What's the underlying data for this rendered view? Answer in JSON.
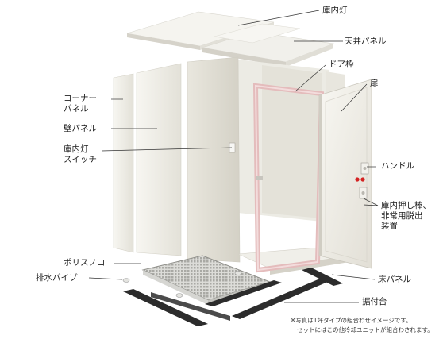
{
  "labels": {
    "ceiling_light": "庫内灯",
    "ceiling_panel": "天井パネル",
    "door_frame": "ドア枠",
    "door": "扉",
    "corner_panel_1": "コーナー",
    "corner_panel_2": "パネル",
    "wall_panel": "壁パネル",
    "light_switch_1": "庫内灯",
    "light_switch_2": "スイッチ",
    "handle": "ハンドル",
    "push_rod_1": "庫内押し棒、",
    "push_rod_2": "非常用脱出",
    "push_rod_3": "装置",
    "polysunoko": "ポリスノコ",
    "drain_pipe": "排水パイプ",
    "floor_panel": "床パネル",
    "base_frame": "据付台"
  },
  "notes": {
    "line1": "※写真は1坪タイプの組合わせイメージです。",
    "line2": "セットにはこの他冷却ユニットが組合わされます。"
  },
  "colors": {
    "panel_light": "#f4f3ee",
    "panel_mid": "#e6e4dc",
    "panel_shadow": "#cfccc2",
    "door_frame": "#e8c4c4",
    "base_frame": "#2c2c2c",
    "leader": "#333333"
  }
}
